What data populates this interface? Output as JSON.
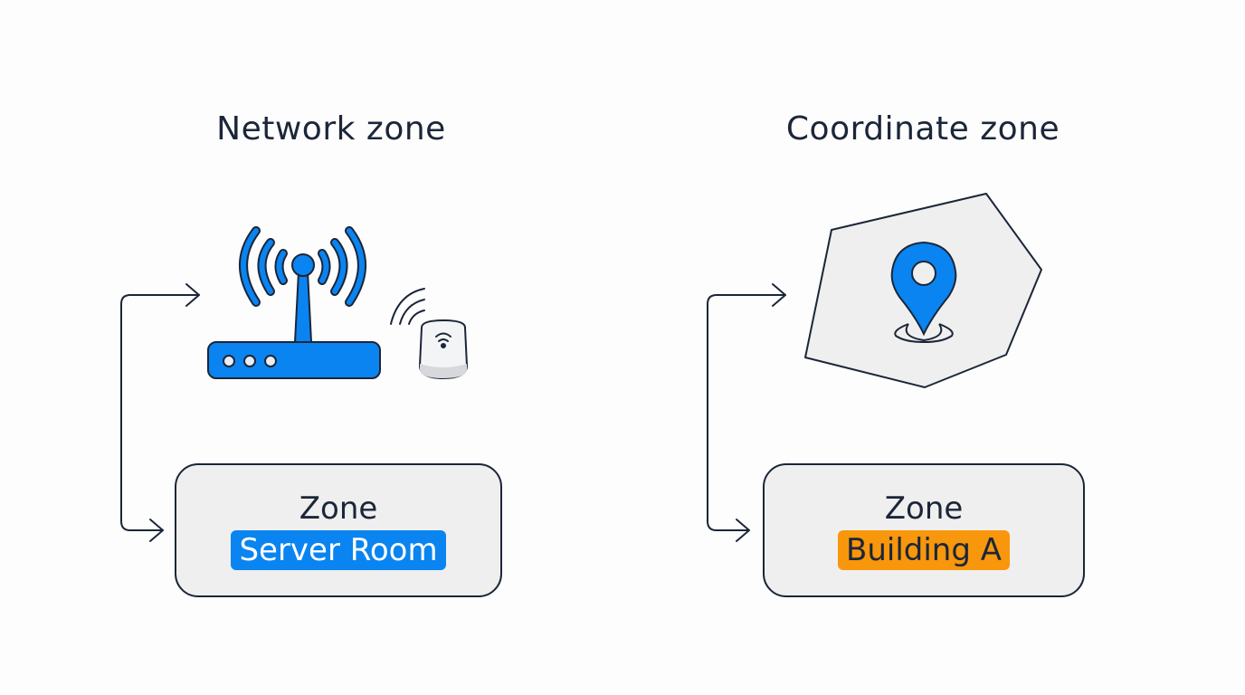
{
  "left_panel": {
    "title": "Network zone",
    "icons": [
      "wifi-router-icon",
      "wireless-beacon-icon"
    ],
    "zone_box": {
      "label": "Zone",
      "value": "Server Room",
      "tag_color": "#0a84f0"
    }
  },
  "right_panel": {
    "title": "Coordinate zone",
    "icons": [
      "polygon-area-icon",
      "location-pin-icon"
    ],
    "zone_box": {
      "label": "Zone",
      "value": "Building A",
      "tag_color": "#f8960c"
    }
  },
  "colors": {
    "primary_blue": "#0a84f0",
    "accent_orange": "#f8960c",
    "outline": "#1b2638",
    "panel_fill": "#efefef"
  }
}
